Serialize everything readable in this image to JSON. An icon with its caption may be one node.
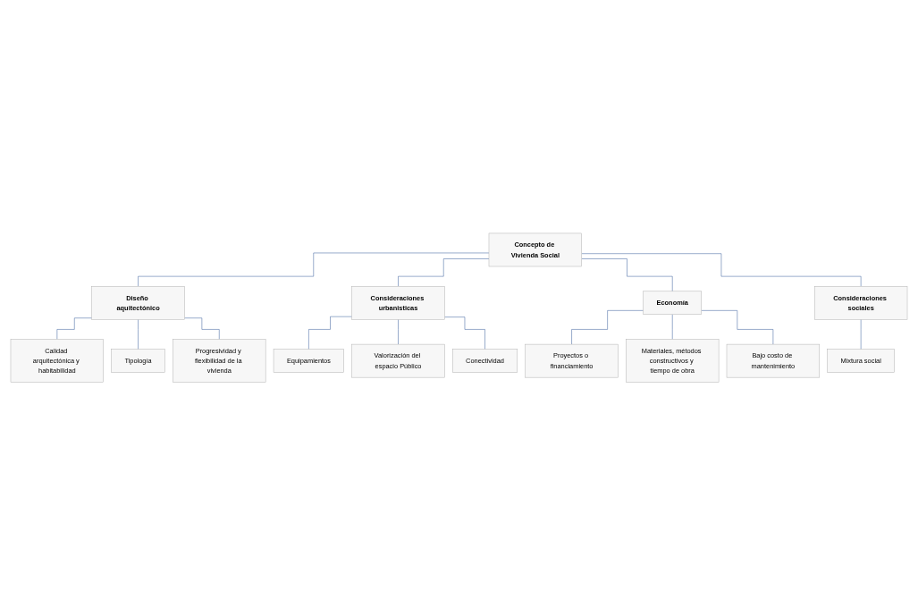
{
  "diagram": {
    "nodes": [
      {
        "text": [
          "Concepto de Vivienda Social"
        ]
      },
      {
        "text": [
          "Diseño aquitectónico"
        ]
      },
      {
        "text": [
          "Consideraciones urbanisticas"
        ]
      },
      {
        "text": [
          "Economía"
        ]
      },
      {
        "text": [
          "Consideraciones sociales"
        ]
      },
      {
        "text": [
          "Calidad arquitectónica y habitabilidad"
        ]
      },
      {
        "text": [
          "Tipología"
        ]
      },
      {
        "text": [
          "Progresividad y flexibilidad de la vivienda"
        ]
      },
      {
        "text": [
          "Equipamientos"
        ]
      },
      {
        "text": [
          "Valorización del espacio Público"
        ]
      },
      {
        "text": [
          "Conectividad"
        ]
      },
      {
        "text": [
          "Proyectos o financiamiento"
        ]
      },
      {
        "text": [
          "Materiales, métodos constructivos y tiempo de obra"
        ]
      },
      {
        "text": [
          "Bajo costo de mantenimiento"
        ]
      },
      {
        "text": [
          "Mixtura social"
        ]
      }
    ],
    "edges": [
      {
        "from": 0,
        "to": 1,
        "arrow": "none"
      },
      {
        "from": 0,
        "to": 2,
        "arrow": "none"
      },
      {
        "from": 0,
        "to": 3,
        "arrow": "none"
      },
      {
        "from": 0,
        "to": 4,
        "arrow": "none"
      },
      {
        "from": 1,
        "to": 5,
        "arrow": "none"
      },
      {
        "from": 1,
        "to": 6,
        "arrow": "none"
      },
      {
        "from": 1,
        "to": 7,
        "arrow": "none"
      },
      {
        "from": 2,
        "to": 8,
        "arrow": "none"
      },
      {
        "from": 2,
        "to": 9,
        "arrow": "none"
      },
      {
        "from": 2,
        "to": 10,
        "arrow": "none"
      },
      {
        "from": 3,
        "to": 11,
        "arrow": "none"
      },
      {
        "from": 3,
        "to": 12,
        "arrow": "none"
      },
      {
        "from": 3,
        "to": 13,
        "arrow": "none"
      },
      {
        "from": 4,
        "to": 14,
        "arrow": "none"
      }
    ]
  }
}
